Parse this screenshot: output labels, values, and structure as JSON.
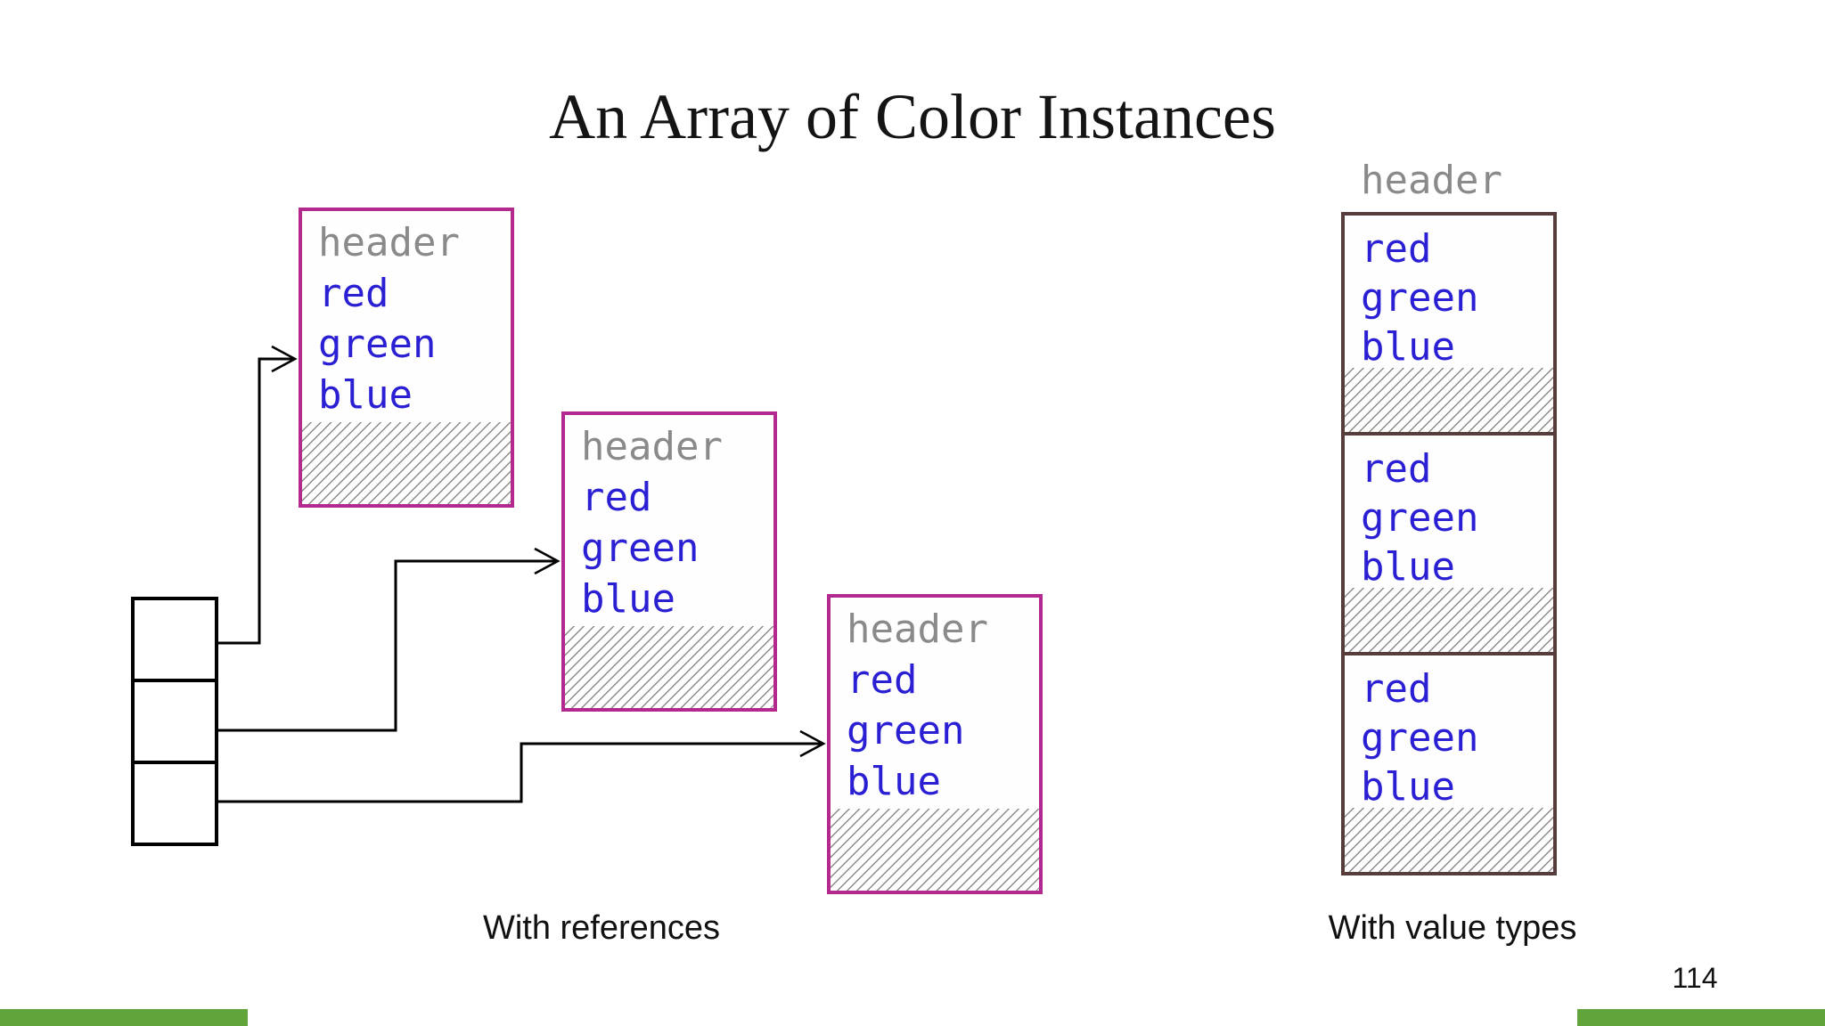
{
  "slide": {
    "title": "An Array of Color Instances",
    "page_number": "114",
    "captions": {
      "left": "With references",
      "right": "With value types"
    }
  },
  "colors": {
    "magenta": "#b3298f",
    "maroon": "#573c3c",
    "blue": "#2b1fd4",
    "gray": "#8a8a8a",
    "green": "#61a43b",
    "arrow": "#000000"
  },
  "pointer_array": {
    "cell_count": 3
  },
  "reference_boxes": [
    {
      "header": "header",
      "values": [
        "red",
        "green",
        "blue"
      ]
    },
    {
      "header": "header",
      "values": [
        "red",
        "green",
        "blue"
      ]
    },
    {
      "header": "header",
      "values": [
        "red",
        "green",
        "blue"
      ]
    }
  ],
  "value_box": {
    "header": "header",
    "sections": [
      {
        "values": [
          "red",
          "green",
          "blue"
        ]
      },
      {
        "values": [
          "red",
          "green",
          "blue"
        ]
      },
      {
        "values": [
          "red",
          "green",
          "blue"
        ]
      }
    ]
  }
}
